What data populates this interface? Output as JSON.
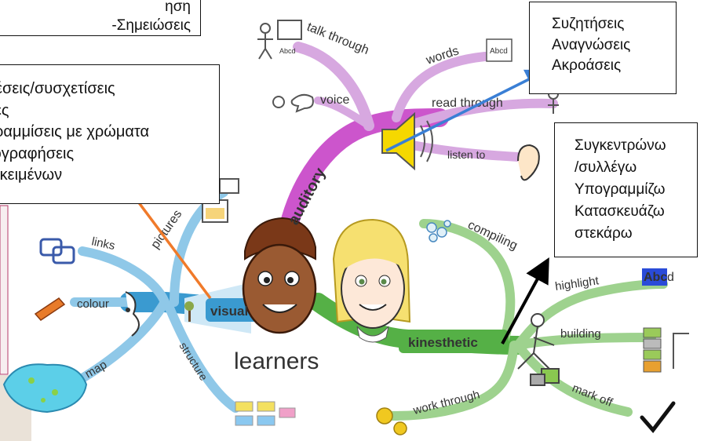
{
  "center_title": "learners",
  "branches": {
    "auditory": {
      "label": "auditory",
      "items": [
        "talk through",
        "voice",
        "words",
        "read through",
        "listen to"
      ]
    },
    "visual": {
      "label": "visual",
      "items": [
        "pictures",
        "links",
        "colour",
        "map",
        "structure"
      ]
    },
    "kinesthetic": {
      "label": "kinesthetic",
      "items": [
        "compiling",
        "highlight",
        "building",
        "mark off",
        "work through"
      ]
    }
  },
  "icon_texts": {
    "book": "Abcd",
    "highlight": "Abc",
    "highlight_tail": "d"
  },
  "notes": {
    "top_left": [
      "ηση",
      "-Σημειώσεις"
    ],
    "left": [
      "δέσεις/συσχετίσεις",
      "νες",
      "γραμμίσεις με χρώματα",
      "τογραφήσεις",
      "ή κειμένων"
    ],
    "right_top": [
      "Συζητήσεις",
      "Αναγνώσεις",
      "Ακροάσεις"
    ],
    "right_mid": [
      "Συγκεντρώνω",
      "/συλλέγω",
      "Υπογραμμίζω",
      "Κατασκευάζω",
      "στεκάρω"
    ]
  },
  "colors": {
    "auditory_branch": "#cc55cc",
    "auditory_leaf": "#d7a8e0",
    "visual_branch": "#3a9ad0",
    "visual_leaf": "#8fc8e8",
    "kinesthetic_branch": "#55b046",
    "kinesthetic_leaf": "#9ed28e",
    "arrow_blue": "#3a7fd5",
    "arrow_orange": "#f07a2a",
    "arrow_black": "#000000"
  }
}
